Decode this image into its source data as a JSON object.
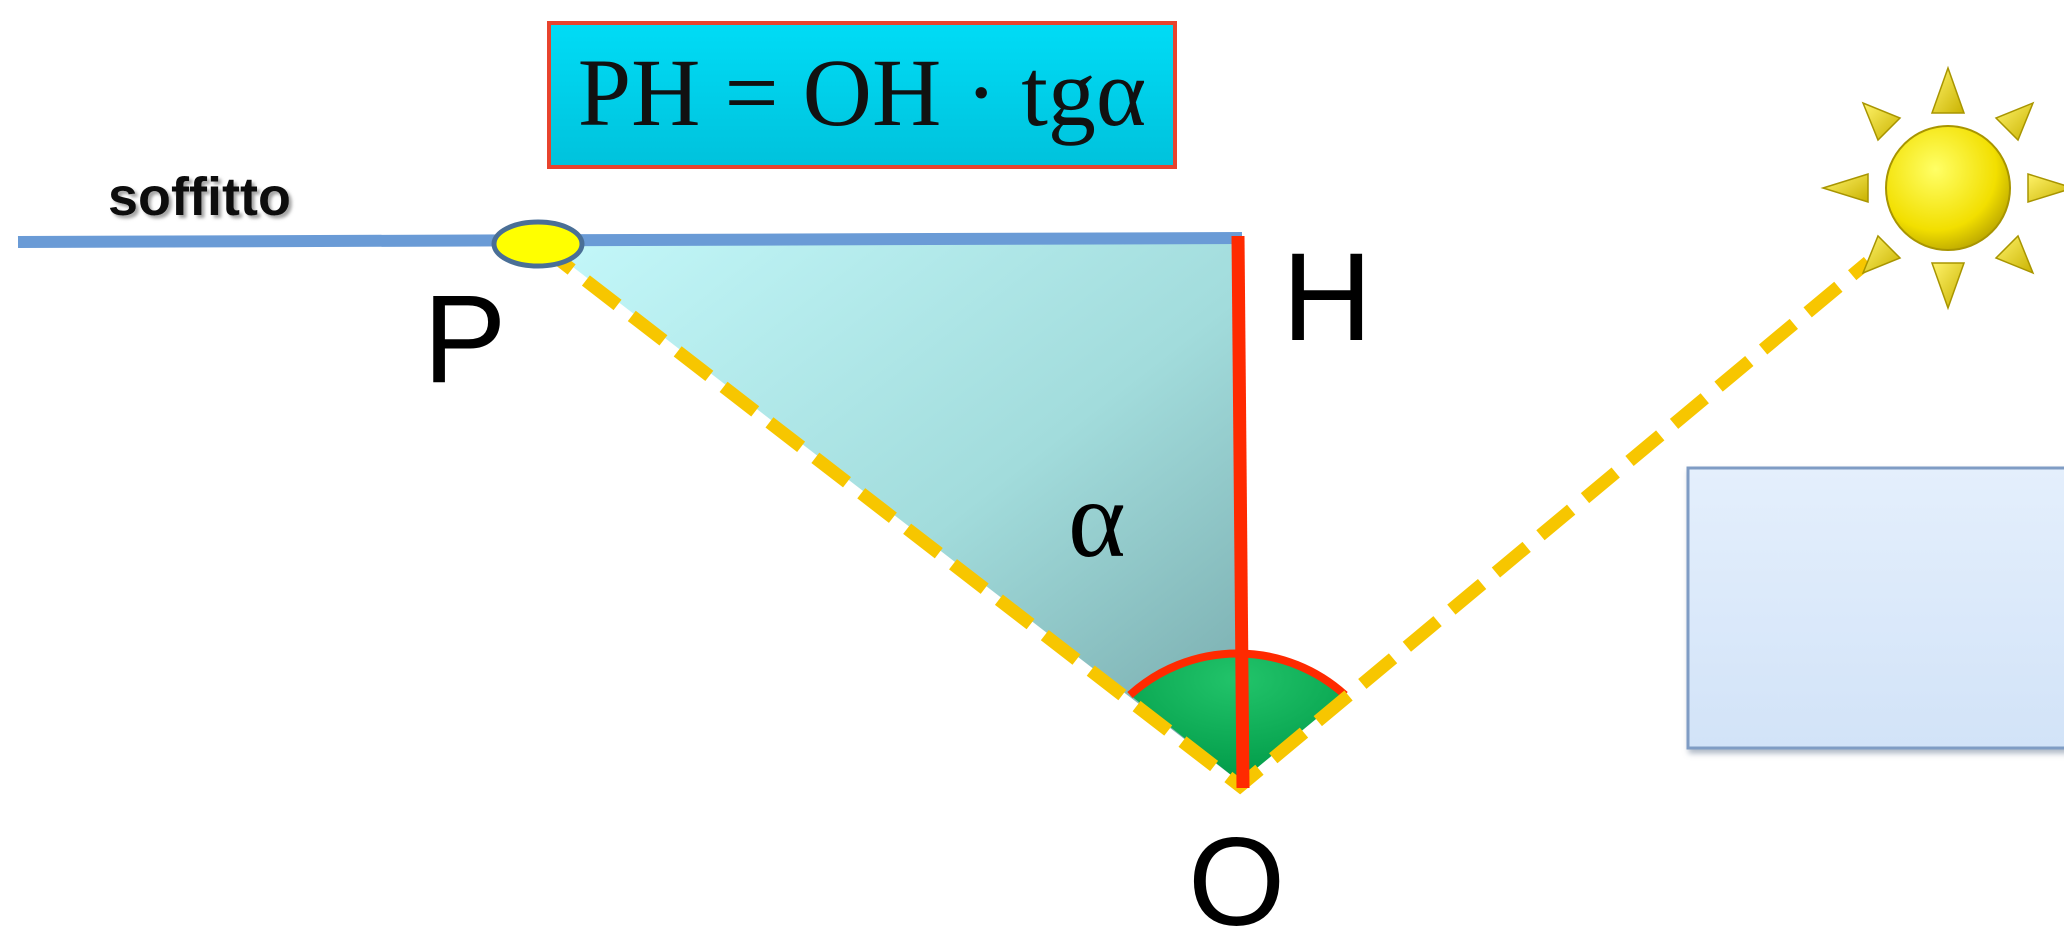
{
  "formula": {
    "text": "PH = OH · tgα"
  },
  "labels": {
    "ceiling": "soffitto",
    "point_p": "P",
    "point_h": "H",
    "point_o": "O",
    "angle": "α"
  },
  "colors": {
    "ceiling_line": "#6a9bd6",
    "light_path": "#f7c600",
    "vertical_line": "#ff2a00",
    "triangle_top": "#bff5f7",
    "triangle_bottom": "#7fb0b2",
    "angle_fill": "#00a850",
    "formula_bg": "#00d5f0",
    "formula_border": "#e8432d",
    "mirror_fill": "#d8e8fb",
    "mirror_border": "#7f9cc4",
    "sun": "#f5e100",
    "point_marker": "#ffff00"
  },
  "icons": {
    "sun": "sun-icon",
    "point_marker": "ellipse-marker",
    "mirror": "mirror-rectangle"
  }
}
